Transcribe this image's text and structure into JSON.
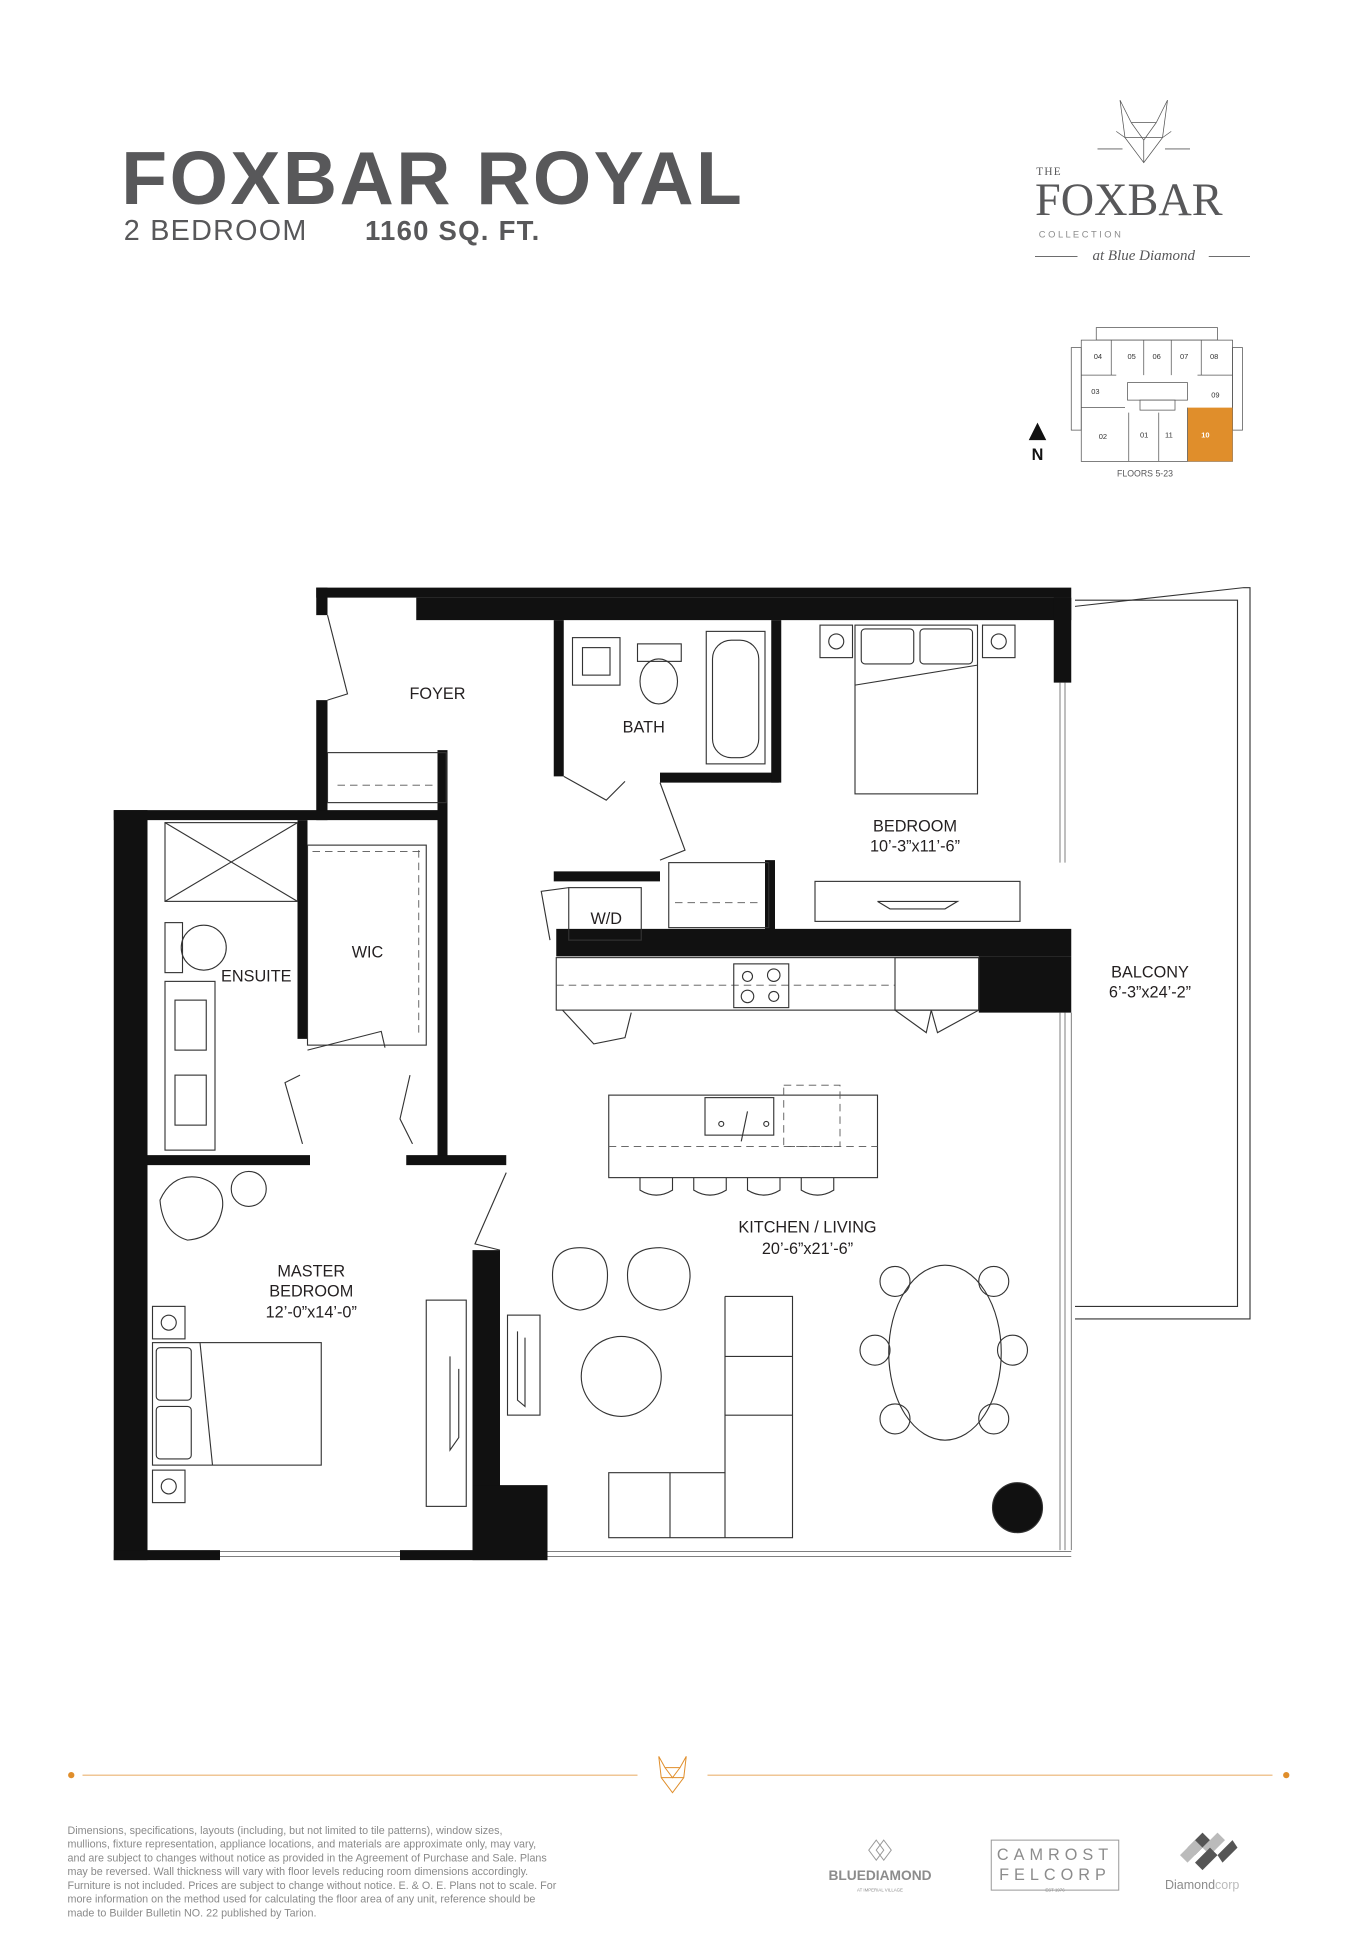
{
  "header": {
    "title": "FOXBAR ROYAL",
    "bedrooms": "2 BEDROOM",
    "area": "1160 SQ. FT."
  },
  "brand_logo": {
    "the": "THE",
    "name": "FOXBAR",
    "collection": "C O L L E C T I O N",
    "tagline": "at Blue Diamond"
  },
  "key_plan": {
    "units": [
      "04",
      "05",
      "06",
      "07",
      "08",
      "03",
      "09",
      "02",
      "01",
      "11",
      "10"
    ],
    "highlighted_unit": "10",
    "caption": "FLOORS 5-23",
    "north_label": "N",
    "highlight_color": "#e08e2b"
  },
  "rooms": {
    "foyer": "FOYER",
    "bath": "BATH",
    "bedroom": {
      "name": "BEDROOM",
      "dims": "10’-3”x11’-6”"
    },
    "balcony": {
      "name": "BALCONY",
      "dims": "6’-3”x24’-2”"
    },
    "wd": "W/D",
    "ensuite": "ENSUITE",
    "wic": "WIC",
    "kitchen_living": {
      "name": "KITCHEN / LIVING",
      "dims": "20’-6”x21’-6”"
    },
    "master": {
      "line1": "MASTER",
      "line2": "BEDROOM",
      "dims": "12’-0”x14’-0”"
    }
  },
  "disclaimer": [
    "Dimensions, specifications, layouts (including, but not limited to tile patterns), window sizes,",
    "mullions, fixture representation, appliance locations, and materials are approximate only, may vary,",
    "and are subject to changes without notice as provided in the Agreement of Purchase and Sale. Plans",
    "may be reversed. Wall thickness will vary with floor levels reducing room dimensions accordingly.",
    "Furniture is not included. Prices are subject to change without notice. E. & O. E. Plans not to scale. For",
    "more information on the method used for calculating the floor area of any unit, reference should be",
    "made to Builder Bulletin NO. 22 published by Tarion."
  ],
  "partner_logos": {
    "bluediamond": {
      "name": "BLUEDIAMOND",
      "sub": "AT IMPERIAL VILLAGE"
    },
    "camrost": {
      "line1": "CAMROST",
      "line2": "FELCORP",
      "est": "EST 1976"
    },
    "diamondcorp": {
      "name1": "Diamond",
      "name2": "corp"
    }
  },
  "colors": {
    "accent": "#e08e2b",
    "text": "#58585a",
    "wall": "#111111"
  }
}
